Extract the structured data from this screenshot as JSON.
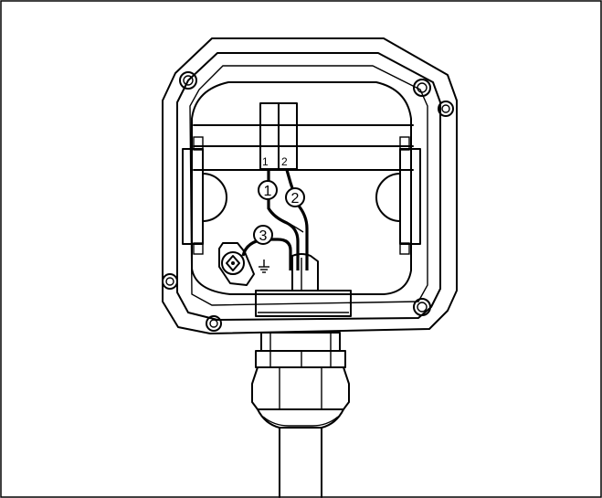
{
  "diagram": {
    "terminal_labels": [
      "1",
      "2"
    ],
    "callouts": [
      "1",
      "2",
      "3"
    ],
    "ground_symbol": "ground-icon",
    "colors": {
      "stroke": "#000000",
      "background": "#ffffff"
    }
  }
}
